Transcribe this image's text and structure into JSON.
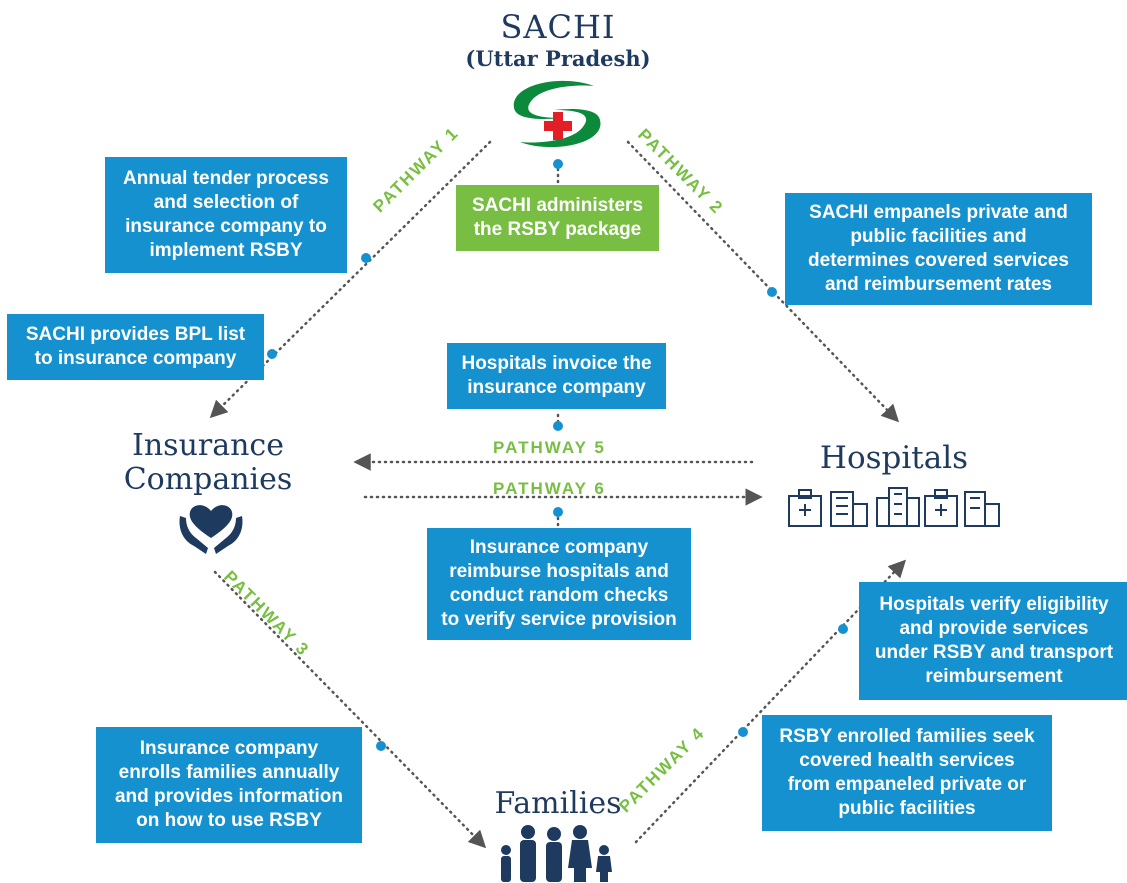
{
  "colors": {
    "navy": "#1f3a5f",
    "blue": "#1591d0",
    "green": "#78be43",
    "line": "#555555"
  },
  "nodes": {
    "sachi_title": "SACHI",
    "sachi_subtitle": "(Uttar Pradesh)",
    "insurance_line1": "Insurance",
    "insurance_line2": "Companies",
    "hospitals": "Hospitals",
    "families": "Families"
  },
  "icons": {
    "sachi": "sachi-logo-icon",
    "insurance": "heart-in-hands-icon",
    "hospitals": "hospital-buildings-icon",
    "families": "family-silhouettes-icon"
  },
  "boxes": {
    "sachi_admin": [
      "SACHI administers",
      "the RSBY package"
    ],
    "tender": [
      "Annual tender process",
      "and selection of",
      "insurance company to",
      "implement RSBY"
    ],
    "bpl": [
      "SACHI provides BPL list",
      "to insurance company"
    ],
    "empanels": [
      "SACHI empanels private and",
      "public facilities and",
      "determines covered services",
      "and reimbursement rates"
    ],
    "invoice": [
      "Hospitals invoice the",
      "insurance company"
    ],
    "reimburse": [
      "Insurance company",
      "reimburse hospitals and",
      "conduct random checks",
      "to verify service provision"
    ],
    "verify": [
      "Hospitals verify eligibility",
      "and provide services",
      "under RSBY and transport",
      "reimbursement"
    ],
    "enrolls": [
      "Insurance company",
      "enrolls families annually",
      "and provides information",
      "on how to use RSBY"
    ],
    "seek": [
      "RSBY enrolled families seek",
      "covered health services",
      "from empaneled private or",
      "public facilities"
    ]
  },
  "pathways": {
    "p1": "PATHWAY 1",
    "p2": "PATHWAY 2",
    "p3": "PATHWAY 3",
    "p4": "PATHWAY 4",
    "p5": "PATHWAY 5",
    "p6": "PATHWAY 6"
  }
}
